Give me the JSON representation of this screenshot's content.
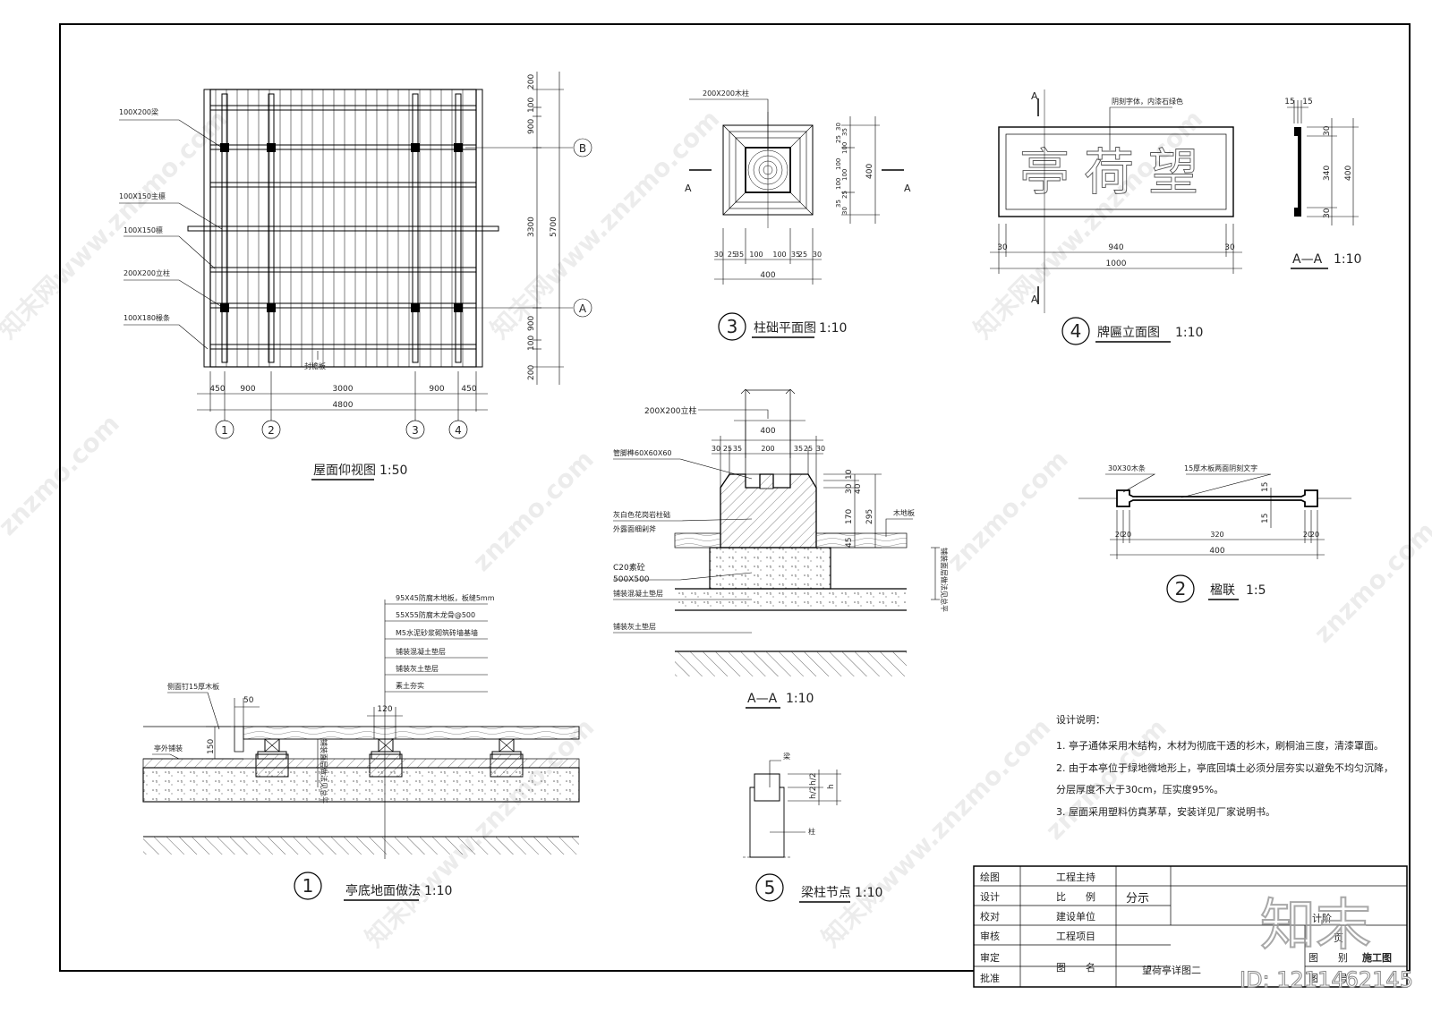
{
  "roof_plan": {
    "title": "屋面仰视图",
    "scale": "1:50",
    "labels": {
      "beam": "100X200梁",
      "purlin_main": "100X150主檩",
      "purlin": "100X150檩",
      "column": "200X200立柱",
      "rafter": "100X180椽条",
      "fascia": "封檐板"
    },
    "axis_rows": [
      "B",
      "A"
    ],
    "axis_cols": [
      "1",
      "2",
      "3",
      "4"
    ],
    "dims_bottom": [
      "450",
      "900",
      "3000",
      "900",
      "450"
    ],
    "dim_total_w": "4800",
    "dims_right": [
      "200",
      "100",
      "900",
      "3300",
      "900",
      "100",
      "200"
    ],
    "dim_total_h": "5700"
  },
  "footing_plan": {
    "num": "3",
    "title": "柱础平面图",
    "scale": "1:10",
    "label_post": "200X200木柱",
    "sec": "A",
    "dims_right": [
      "30",
      "35",
      "25",
      "100",
      "100",
      "100",
      "100",
      "25",
      "35",
      "30"
    ],
    "dim_total": "400",
    "dims_bottom": [
      "30",
      "25",
      "35",
      "100",
      "100",
      "35",
      "25",
      "30"
    ],
    "dim_total_b": "400"
  },
  "plaque": {
    "num": "4",
    "title": "牌匾立面图",
    "scale": "1:10",
    "sec": "A",
    "note": "阴刻字体，内漆石绿色",
    "chars": "亭荷望",
    "dims_bottom": [
      "30",
      "940",
      "30"
    ],
    "dim_total": "1000",
    "dims_right": [
      "30",
      "340",
      "30"
    ],
    "dim_total_h": "400",
    "section_title": "A—A",
    "section_scale": "1:10",
    "section_dims": [
      "15",
      "15"
    ]
  },
  "section_aa": {
    "title": "A—A",
    "scale": "1:10",
    "label_post": "200X200立柱",
    "label_dowel": "管脚榫60X60X60",
    "label_stone1": "灰白色花岗岩柱础",
    "label_stone2": "外露面细剁斧",
    "label_c20": "C20素砼",
    "label_c20_size": "500X500",
    "label_layer1": "铺装混凝土垫层",
    "label_layer2": "铺装灰土垫层",
    "label_deck": "木地板",
    "label_side": "铺装面层做法见总平",
    "dims_top": [
      "30",
      "25",
      "35",
      "200",
      "35",
      "25",
      "30"
    ],
    "dim_top_total": "400",
    "dims_right": [
      "10",
      "30",
      "40",
      "170",
      "295",
      "45"
    ]
  },
  "couplet": {
    "num": "2",
    "title": "楹联",
    "scale": "1:5",
    "label_strip": "30X30木条",
    "label_board": "15厚木板两面阴刻文字",
    "dims_bottom": [
      "20",
      "20",
      "320",
      "20",
      "20"
    ],
    "dim_total": "400",
    "dims_right": [
      "15",
      "15"
    ]
  },
  "floor": {
    "num": "1",
    "title": "亭底地面做法",
    "scale": "1:10",
    "layers": [
      "95X45防腐木地板，板缝5mm",
      "55X55防腐木龙骨@500",
      "M5水泥砂浆砌筑砖墙基墙",
      "铺装混凝土垫层",
      "铺装灰土垫层",
      "素土夯实"
    ],
    "label_side": "侧面钉15厚木板",
    "label_outside": "亭外铺装",
    "label_vert": "铺装面层做法见总平",
    "dims": [
      "50",
      "150",
      "120"
    ]
  },
  "beam_joint": {
    "num": "5",
    "title": "梁柱节点",
    "scale": "1:10",
    "label_beam": "梁",
    "label_col": "柱",
    "dims": [
      "h/2",
      "h/2",
      "h"
    ]
  },
  "notes": {
    "heading": "设计说明：",
    "lines": [
      "1. 亭子通体采用木结构，木材为彻底干透的杉木，刷桐油三度，清漆罩面。",
      "2. 由于本亭位于绿地微地形上，亭底回填土必须分层夯实以避免不均匀沉降，",
      "分层厚度不大于30cm，压实度95%。",
      "3. 屋面采用塑料仿真茅草，安装详见厂家说明书。"
    ]
  },
  "title_block": {
    "rows": [
      "绘图",
      "设计",
      "校对",
      "审核",
      "审定",
      "批准"
    ],
    "fields": [
      "工程主持",
      "比　　例",
      "建设单位",
      "工程项目"
    ],
    "scale_value": "分示",
    "name_label": "图　　名",
    "drawing_name": "望荷亭详图二",
    "cat_label": "图　　别",
    "cat_value": "施工图",
    "num_label": "图　　号",
    "design_label": "计阶",
    "page_label": "页"
  },
  "watermark": {
    "logo": "知末",
    "id": "ID: 1211462145",
    "site": "znzmo.com",
    "site2": "知末网www.znzmo.com"
  }
}
